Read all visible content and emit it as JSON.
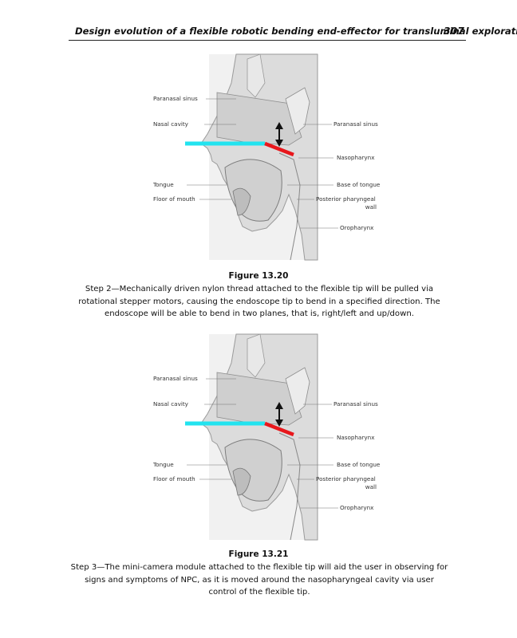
{
  "header": {
    "title": "Design evolution of a flexible robotic bending end-effector for transluminal explorations",
    "page_number": "307"
  },
  "figure_labels": {
    "paranasal_sinus_left": "Paranasal sinus",
    "nasal_cavity": "Nasal cavity",
    "tongue": "Tongue",
    "floor_of_mouth": "Floor of mouth",
    "paranasal_sinus_right": "Paranasal sinus",
    "nasopharynx": "Nasopharynx",
    "base_of_tongue": "Base of tongue",
    "posterior_pharyngeal": "Posterior pharyngeal",
    "wall": "wall",
    "oropharynx": "Oropharynx"
  },
  "colors": {
    "endoscope_body": "#22e3ef",
    "flexible_tip": "#e8171c"
  },
  "figures": [
    {
      "label": "Figure 13.20",
      "caption": "Step 2—Mechanically driven nylon thread attached to the flexible tip will be pulled via rotational stepper motors, causing the endoscope tip to bend in a specified direction. The endoscope will be able to bend in two planes, that is, right/left and up/down."
    },
    {
      "label": "Figure 13.21",
      "caption": "Step 3—The mini-camera module attached to the flexible tip will aid the user in observing for signs and symptoms of NPC, as it is moved around the nasopharyngeal cavity via user control of the flexible tip."
    }
  ]
}
